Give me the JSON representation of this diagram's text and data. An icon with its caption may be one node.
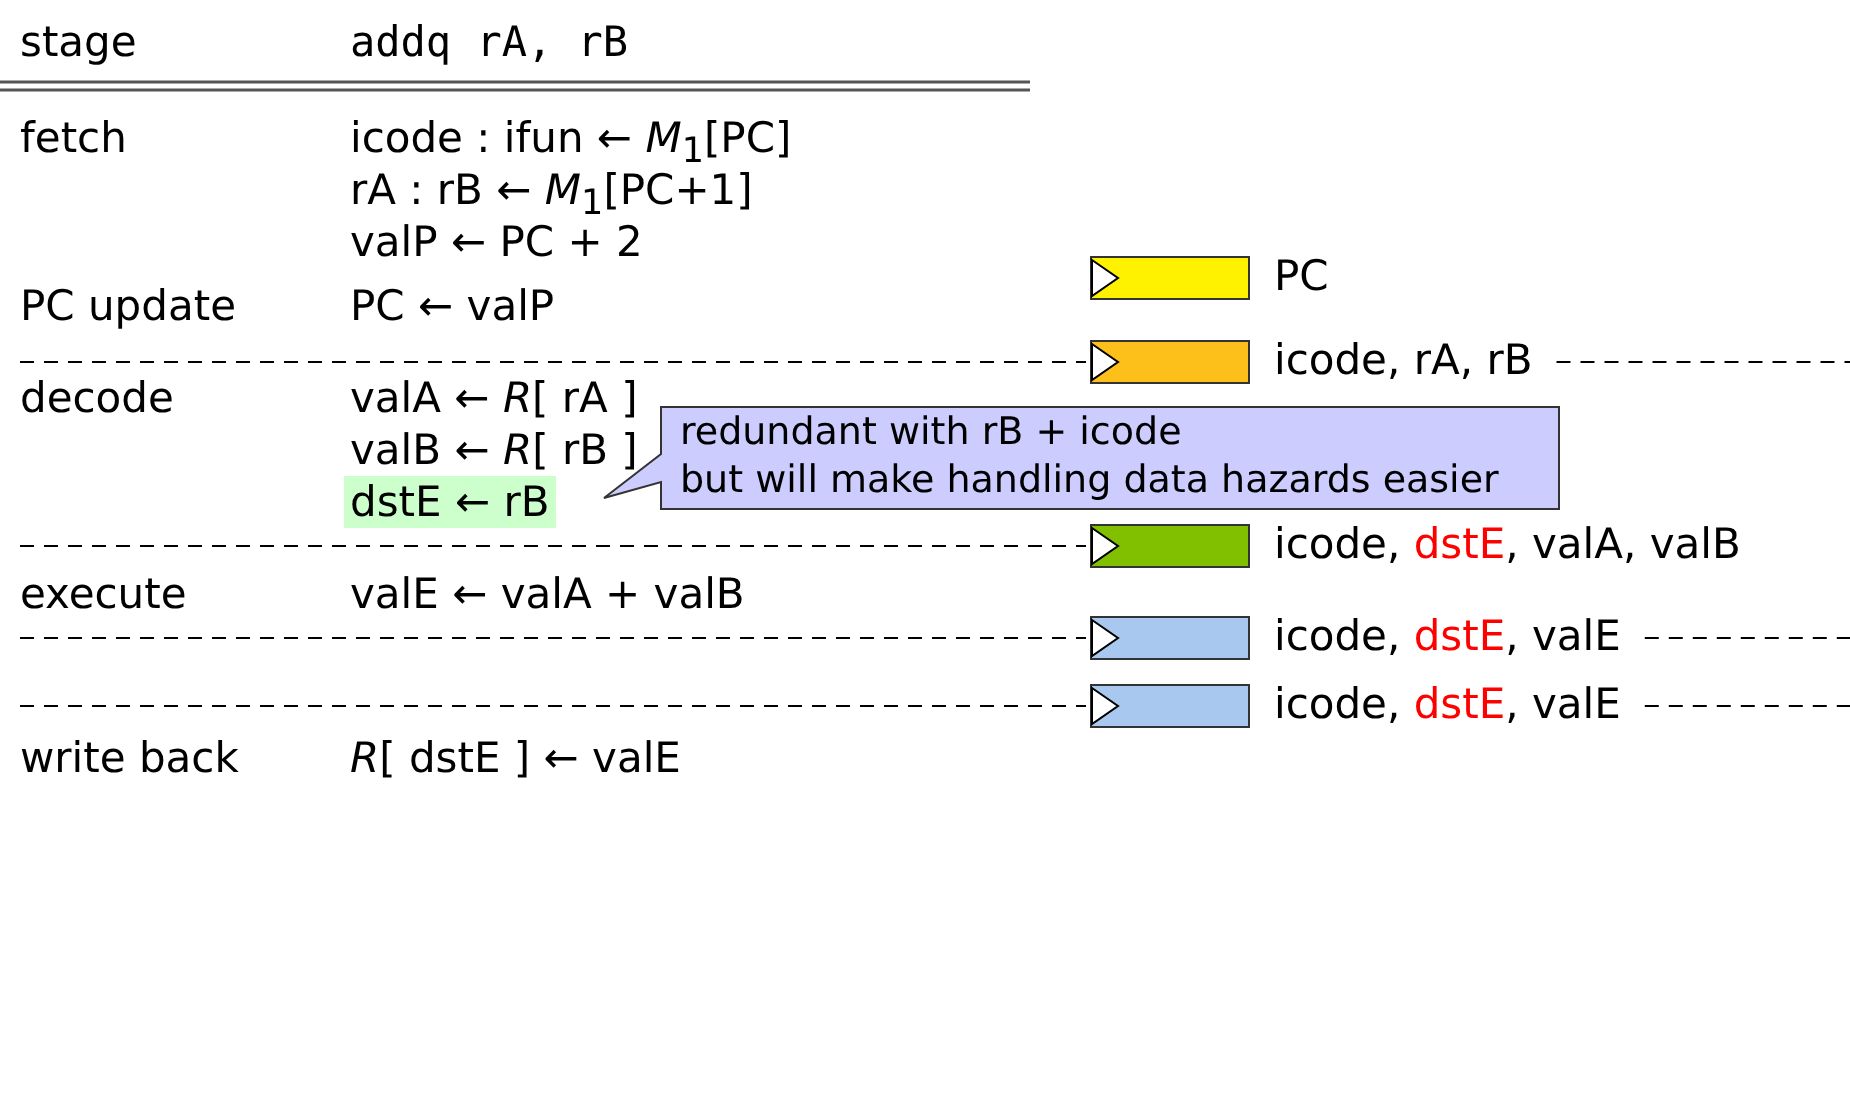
{
  "diagram": {
    "nodes": [
      {
        "text": [],
        "shape": "bar",
        "beside": [
          "PC"
        ]
      },
      {
        "text": [],
        "shape": "bar",
        "beside": [
          "icode, rA, rB"
        ]
      },
      {
        "text": [],
        "shape": "bar",
        "beside": [
          "icode, dstE, valA, valB"
        ]
      },
      {
        "text": [],
        "shape": "bar",
        "beside": [
          "icode, dstE, valE"
        ]
      },
      {
        "text": [],
        "shape": "bar",
        "beside": [
          "icode, dstE, valE"
        ]
      },
      {
        "text": [
          "redundant with rB + icode",
          "but will make handling data hazards easier"
        ]
      }
    ],
    "edges": [],
    "labels": [
      "stage",
      "addq rA, rB",
      "fetch",
      "icode : ifun ← *M*$_{1}$[PC]",
      "rA : rB ← *M*$_{1}$[PC+1]",
      "valP ← PC + 2",
      "PC update",
      "PC ← valP",
      "decode",
      "valA ← *R*[ rA ]",
      "valB ← *R*[ rB ]",
      "dstE ← rB",
      "execute",
      "valE ← valA + valB",
      "write back",
      "*R*[ dstE ] ← valE"
    ]
  }
}
